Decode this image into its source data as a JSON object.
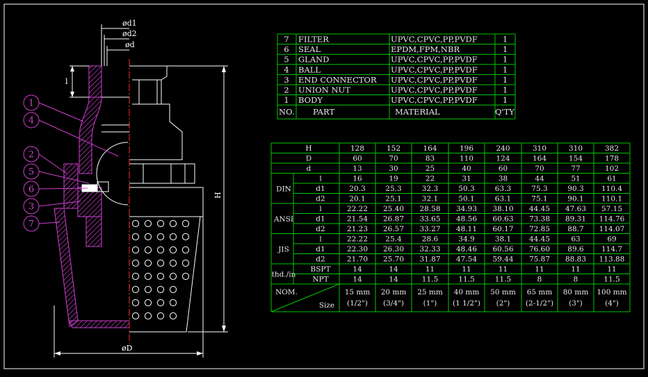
{
  "colors": {
    "background": "#000000",
    "table_lines": "#00c800",
    "text": "#e8e8e8",
    "drawing_lines": "#ffffff",
    "balloons": "#d040d0",
    "part_fill": "#d040d0",
    "center_line": "#ff3030",
    "frame": "#ffffff"
  },
  "dimensions": {
    "d1": "ød1",
    "d2": "ød2",
    "d": "ød",
    "l": "l",
    "H": "H",
    "D": "øD"
  },
  "balloons": [
    "1",
    "4",
    "2",
    "5",
    "6",
    "3",
    "7"
  ],
  "bom": {
    "rows": [
      {
        "no": "7",
        "part": "FILTER",
        "material": "UPVC,CPVC,PP,PVDF",
        "qty": "1"
      },
      {
        "no": "6",
        "part": "SEAL",
        "material": "EPDM,FPM,NBR",
        "qty": "1"
      },
      {
        "no": "5",
        "part": "GLAND",
        "material": "UPVC,CPVC,PP,PVDF",
        "qty": "1"
      },
      {
        "no": "4",
        "part": "BALL",
        "material": "UPVC,CPVC,PP,PVDF",
        "qty": "1"
      },
      {
        "no": "3",
        "part": "END CONNECTOR",
        "material": "UPVC,CPVC,PP,PVDF",
        "qty": "1"
      },
      {
        "no": "2",
        "part": "UNION NUT",
        "material": "UPVC,CPVC,PP,PVDF",
        "qty": "1"
      },
      {
        "no": "1",
        "part": "BODY",
        "material": "UPVC,CPVC,PP,PVDF",
        "qty": "1"
      }
    ],
    "header": {
      "no": "NO.",
      "part": "PART",
      "material": "MATERIAL",
      "qty": "Q'TY"
    }
  },
  "dim_table": {
    "simple_rows": [
      {
        "label": "H",
        "values": [
          "128",
          "152",
          "164",
          "196",
          "240",
          "310",
          "310",
          "382"
        ]
      },
      {
        "label": "D",
        "values": [
          "60",
          "70",
          "83",
          "110",
          "124",
          "164",
          "154",
          "178"
        ]
      },
      {
        "label": "d",
        "values": [
          "13",
          "30",
          "25",
          "40",
          "60",
          "70",
          "77",
          "102"
        ]
      }
    ],
    "groups": [
      {
        "name": "DIN",
        "rows": [
          {
            "label": "l",
            "values": [
              "16",
              "19",
              "22",
              "31",
              "38",
              "44",
              "51",
              "61"
            ]
          },
          {
            "label": "d1",
            "values": [
              "20.3",
              "25.3",
              "32.3",
              "50.3",
              "63.3",
              "75.3",
              "90.3",
              "110.4"
            ]
          },
          {
            "label": "d2",
            "values": [
              "20.1",
              "25.1",
              "32.1",
              "50.1",
              "63.1",
              "75.1",
              "90.1",
              "110.1"
            ]
          }
        ]
      },
      {
        "name": "ANSI",
        "rows": [
          {
            "label": "l",
            "values": [
              "22.22",
              "25.40",
              "28.58",
              "34.93",
              "38.10",
              "44.45",
              "47.63",
              "57.15"
            ]
          },
          {
            "label": "d1",
            "values": [
              "21.54",
              "26.87",
              "33.65",
              "48.56",
              "60.63",
              "73.38",
              "89.31",
              "114.76"
            ]
          },
          {
            "label": "d2",
            "values": [
              "21.23",
              "26.57",
              "33.27",
              "48.11",
              "60.17",
              "72.85",
              "88.7",
              "114.07"
            ]
          }
        ]
      },
      {
        "name": "JIS",
        "rows": [
          {
            "label": "l",
            "values": [
              "22.22",
              "25.4",
              "28.6",
              "34.9",
              "38.1",
              "44.45",
              "63",
              "69"
            ]
          },
          {
            "label": "d1",
            "values": [
              "22.30",
              "26.30",
              "32.33",
              "48.46",
              "60.56",
              "76.60",
              "89.6",
              "114.7"
            ]
          },
          {
            "label": "d2",
            "values": [
              "21.70",
              "25.70",
              "31.87",
              "47.54",
              "59.44",
              "75.87",
              "88.83",
              "113.88"
            ]
          }
        ]
      }
    ],
    "thread": {
      "label": "thd./in",
      "rows": [
        {
          "label": "BSPT",
          "values": [
            "14",
            "14",
            "11",
            "11",
            "11",
            "11",
            "11",
            "11"
          ]
        },
        {
          "label": "NPT",
          "values": [
            "14",
            "14",
            "11.5",
            "11.5",
            "11.5",
            "8",
            "8",
            "11.5"
          ]
        }
      ]
    },
    "nom": {
      "label_top": "NOM.",
      "label_bottom": "Size",
      "values": [
        {
          "mm": "15 mm",
          "inch": "(1/2\")"
        },
        {
          "mm": "20 mm",
          "inch": "(3/4\")"
        },
        {
          "mm": "25 mm",
          "inch": "(1\")"
        },
        {
          "mm": "40 mm",
          "inch": "(1 1/2\")"
        },
        {
          "mm": "50 mm",
          "inch": "(2\")"
        },
        {
          "mm": "65 mm",
          "inch": "(2-1/2\")"
        },
        {
          "mm": "80 mm",
          "inch": "(3\")"
        },
        {
          "mm": "100 mm",
          "inch": "(4\")"
        }
      ]
    }
  }
}
